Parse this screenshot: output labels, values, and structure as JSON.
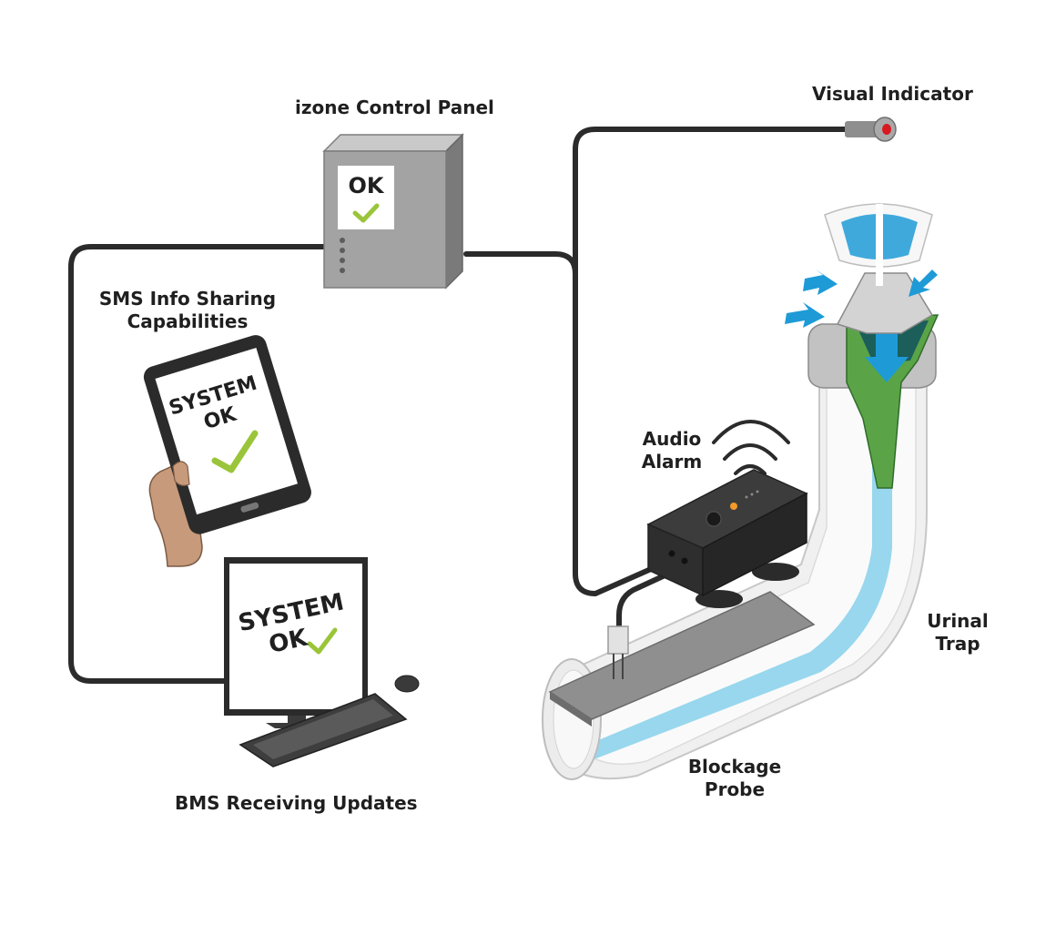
{
  "labels": {
    "control_panel": "izone Control Panel",
    "visual_indicator": "Visual Indicator",
    "sms_line1": "SMS Info Sharing",
    "sms_line2": "Capabilities",
    "audio_line1": "Audio",
    "audio_line2": "Alarm",
    "urinal_line1": "Urinal",
    "urinal_line2": "Trap",
    "blockage_line1": "Blockage",
    "blockage_line2": "Probe",
    "bms": "BMS Receiving Updates"
  },
  "panel_screen": {
    "text": "OK"
  },
  "tablet_screen": {
    "line1": "SYSTEM",
    "line2": "OK"
  },
  "monitor_screen": {
    "line1": "SYSTEM",
    "line2": "OK"
  },
  "colors": {
    "check": "#9ac53a",
    "wire": "#2b2b2b",
    "water": "#8dd3ec",
    "insert_green": "#5aa447",
    "arrow_blue": "#1e9bd7",
    "panel_gray": "#9e9e9e",
    "indicator_red": "#d71920"
  }
}
